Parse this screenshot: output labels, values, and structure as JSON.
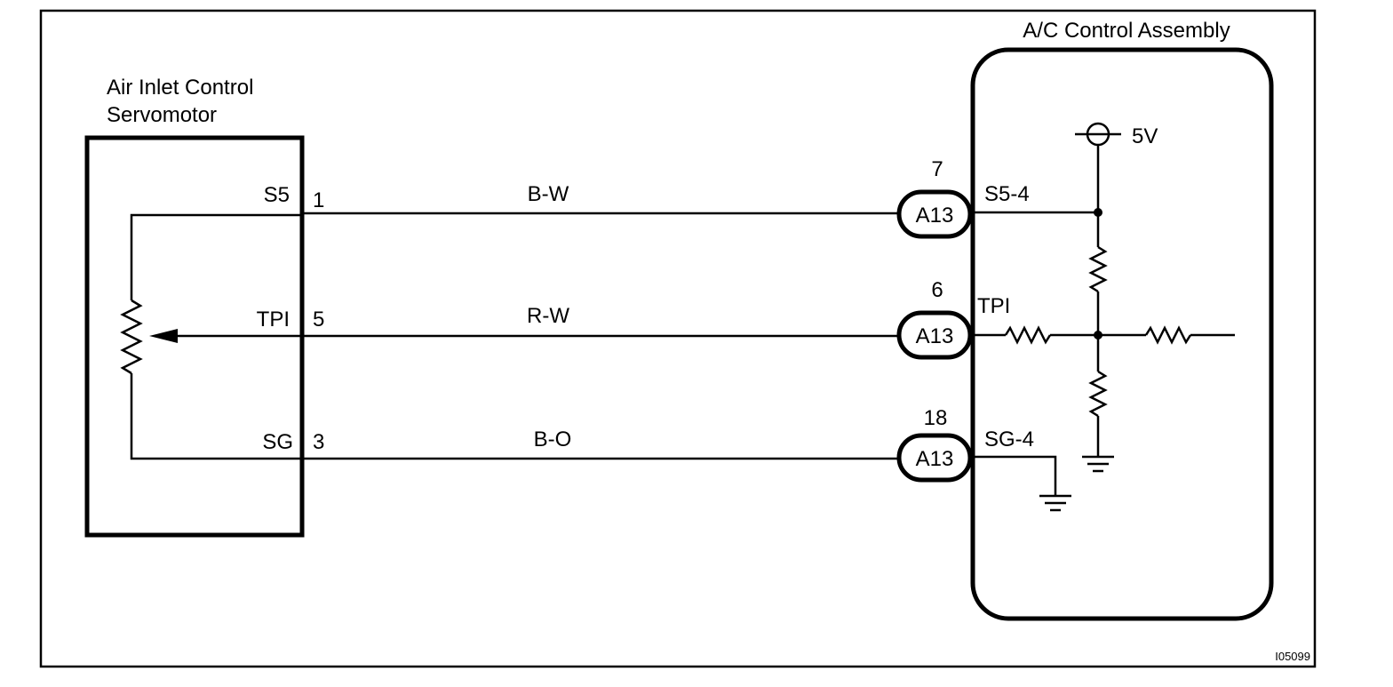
{
  "servomotor": {
    "title_line1": "Air Inlet Control",
    "title_line2": "Servomotor",
    "pins": [
      {
        "name": "S5",
        "number": "1"
      },
      {
        "name": "TPI",
        "number": "5"
      },
      {
        "name": "SG",
        "number": "3"
      }
    ]
  },
  "assembly": {
    "title": "A/C Control Assembly",
    "supply": "5V",
    "terminals": [
      {
        "pin": "7",
        "connector": "A13",
        "label": "S5-4"
      },
      {
        "pin": "6",
        "connector": "A13",
        "label": "TPI"
      },
      {
        "pin": "18",
        "connector": "A13",
        "label": "SG-4"
      }
    ]
  },
  "wires": [
    "B-W",
    "R-W",
    "B-O"
  ],
  "figure_id": "I05099"
}
